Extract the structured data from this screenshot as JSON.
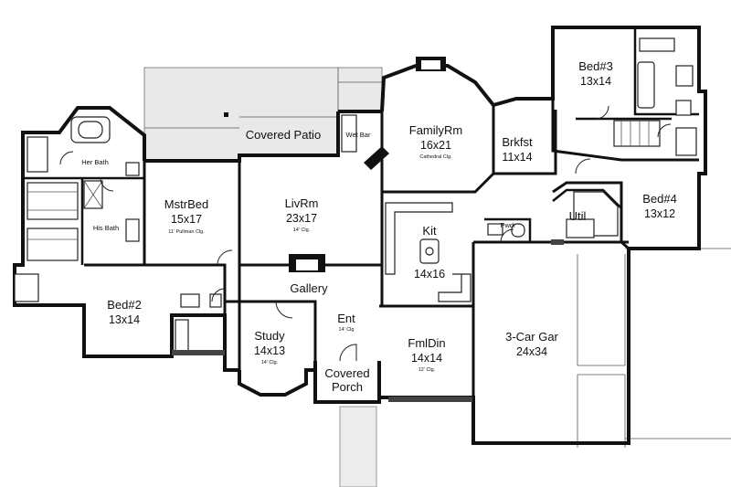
{
  "rooms": [
    {
      "id": "covered-patio",
      "name": "Covered Patio",
      "dim": "",
      "note": ""
    },
    {
      "id": "wet-bar",
      "name": "Wet Bar",
      "dim": "",
      "note": ""
    },
    {
      "id": "family-room",
      "name": "FamilyRm",
      "dim": "16x21",
      "note": "Cathedral Clg."
    },
    {
      "id": "breakfast",
      "name": "Brkfst",
      "dim": "11x14",
      "note": ""
    },
    {
      "id": "bed3",
      "name": "Bed#3",
      "dim": "13x14",
      "note": ""
    },
    {
      "id": "her-bath",
      "name": "Her Bath",
      "dim": "",
      "note": ""
    },
    {
      "id": "his-bath",
      "name": "His Bath",
      "dim": "",
      "note": ""
    },
    {
      "id": "master-bed",
      "name": "MstrBed",
      "dim": "15x17",
      "note": "11' Pullman Clg."
    },
    {
      "id": "living-room",
      "name": "LivRm",
      "dim": "23x17",
      "note": "14' Clg."
    },
    {
      "id": "kitchen",
      "name": "Kit",
      "dim": "14x16",
      "note": ""
    },
    {
      "id": "powder",
      "name": "Pwdr",
      "dim": "",
      "note": ""
    },
    {
      "id": "utility",
      "name": "Util",
      "dim": "",
      "note": ""
    },
    {
      "id": "bed4",
      "name": "Bed#4",
      "dim": "13x12",
      "note": ""
    },
    {
      "id": "gallery",
      "name": "Gallery",
      "dim": "",
      "note": ""
    },
    {
      "id": "bed2",
      "name": "Bed#2",
      "dim": "13x14",
      "note": ""
    },
    {
      "id": "study",
      "name": "Study",
      "dim": "14x13",
      "note": "14' Clg."
    },
    {
      "id": "entry",
      "name": "Ent",
      "dim": "",
      "note": "14' Clg"
    },
    {
      "id": "formal-dining",
      "name": "FmlDin",
      "dim": "14x14",
      "note": "12' Clg."
    },
    {
      "id": "garage",
      "name": "3-Car Gar",
      "dim": "24x34",
      "note": ""
    },
    {
      "id": "covered-porch",
      "name": "Covered",
      "dim": "Porch",
      "note": ""
    }
  ]
}
